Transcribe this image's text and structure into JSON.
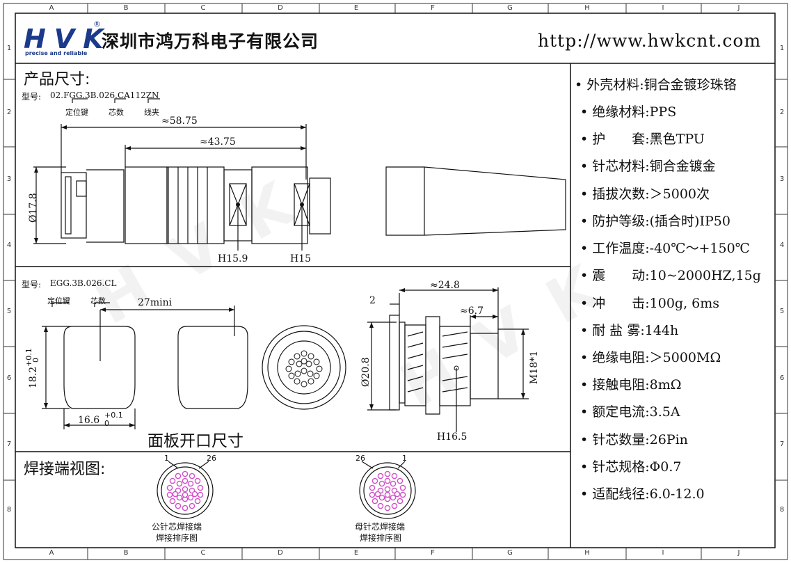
{
  "header": {
    "logo_text": "HVK",
    "logo_tagline": "precise and reliable",
    "logo_reg": "®",
    "company_name": "深圳市鸿万科电子有限公司",
    "url": "http://www.hwkcnt.com"
  },
  "grid": {
    "columns": [
      "A",
      "B",
      "C",
      "D",
      "E",
      "F",
      "G",
      "H",
      "I",
      "J"
    ],
    "rows": [
      "1",
      "2",
      "3",
      "4",
      "5",
      "6",
      "7",
      "8"
    ]
  },
  "section_product": {
    "title": "产品尺寸:",
    "model_prefix": "型号:",
    "model_code": "02.FGG.3B.026.CA112ZN",
    "label_key": "定位键",
    "label_cores": "芯数",
    "label_clamp": "线夹",
    "dim_total": "≈58.75",
    "dim_body": "≈43.75",
    "dim_dia": "Ø17.8",
    "dim_h1": "H15.9",
    "dim_h2": "H15"
  },
  "section_panel": {
    "model_prefix": "型号:",
    "model_code": "EGG.3B.026.CL",
    "label_key": "定位键",
    "label_cores": "芯数",
    "dim_spacing": "27mini",
    "dim_height": "18.2",
    "dim_height_tol_plus": "+0.1",
    "dim_height_tol_minus": "0",
    "dim_width": "16.6",
    "dim_width_tol_plus": "+0.1",
    "dim_width_tol_minus": "0",
    "caption": "面板开口尺寸",
    "dim_len": "≈24.8",
    "dim_flange": "2",
    "dim_tail": "≈6.7",
    "dim_dia": "Ø20.8",
    "dim_thread": "M18*1",
    "dim_hex": "H16.5"
  },
  "section_solder": {
    "title": "焊接端视图:",
    "male_label_1": "1",
    "male_label_26": "26",
    "male_caption_1": "公针芯焊接端",
    "male_caption_2": "焊接排序图",
    "female_label_26": "26",
    "female_label_1": "1",
    "female_caption_1": "母针芯焊接端",
    "female_caption_2": "焊接排序图"
  },
  "specs": [
    "• 外壳材料:铜合金镀珍珠铬",
    "• 绝缘材料:PPS",
    "• 护　　套:黑色TPU",
    "• 针芯材料:铜合金镀金",
    "• 插拔次数:＞5000次",
    "• 防护等级:(插合时)IP50",
    "• 工作温度:-40℃～+150℃",
    "• 震　　动:10~2000HZ,15g",
    "• 冲　　击:100g, 6ms",
    "• 耐 盐 雾:144h",
    "• 绝缘电阻:＞5000MΩ",
    "• 接触电阻:8mΩ",
    "• 额定电流:3.5A",
    "• 针芯数量:26Pin",
    "• 针芯规格:Φ0.7",
    "• 适配线径:6.0-12.0"
  ],
  "colors": {
    "logo_blue": "#1b3a8c",
    "pin_magenta": "#d24fc8",
    "line": "#111111"
  }
}
